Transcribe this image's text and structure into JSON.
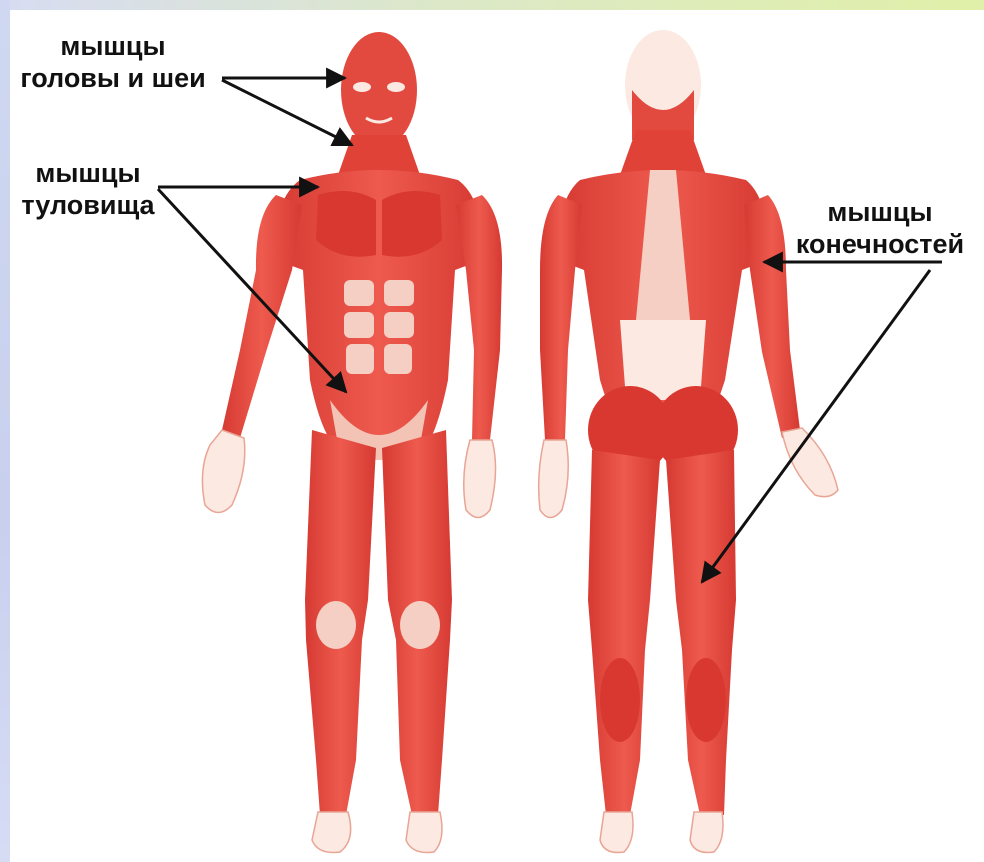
{
  "labels": {
    "head_neck": {
      "line1": "мышцы",
      "line2": "головы и шеи"
    },
    "torso": {
      "line1": "мышцы",
      "line2": "туловища"
    },
    "limbs": {
      "line1": "мышцы",
      "line2": "конечностей"
    }
  },
  "colors": {
    "muscle": "#e8453c",
    "muscle_dark": "#c9302a",
    "tendon": "#fbe9e2",
    "arrow": "#111111"
  },
  "figures": [
    "front-view",
    "back-view"
  ]
}
